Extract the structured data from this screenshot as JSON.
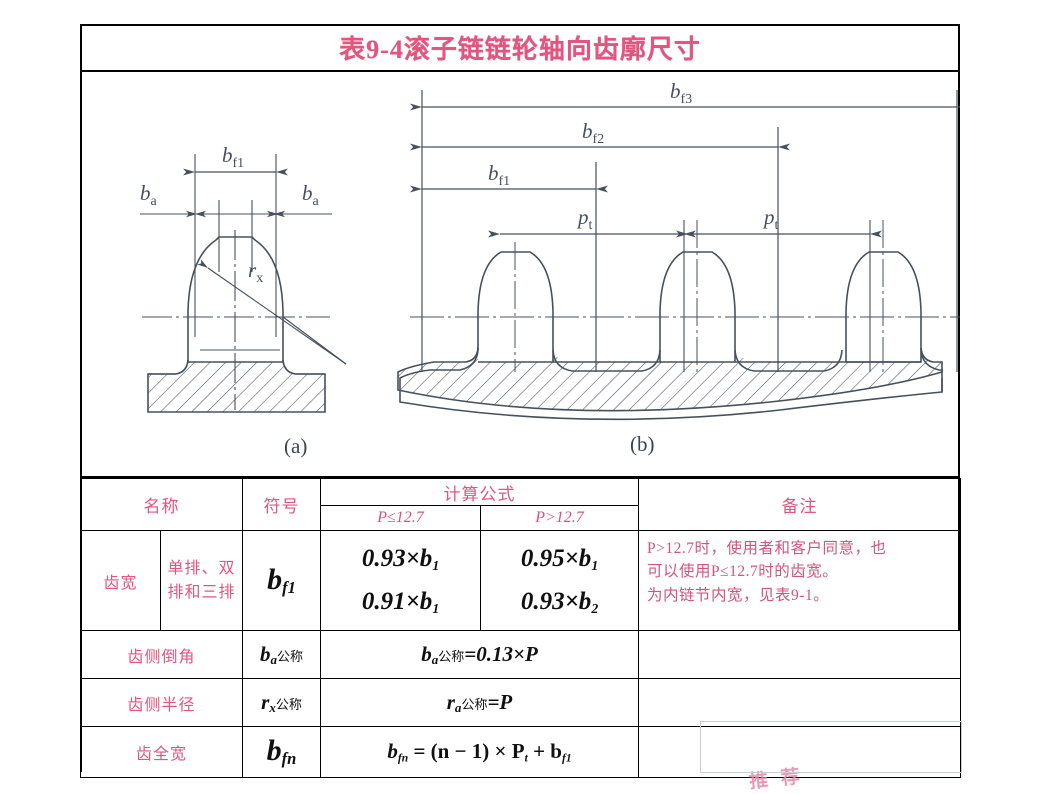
{
  "title": "表9-4滚子链链轮轴向齿廓尺寸",
  "colors": {
    "title_pink": "#e2557f",
    "text_pink": "#d4547c",
    "line_black": "#000000",
    "drawing_ink": "#46505c"
  },
  "figure": {
    "label_a": "(a)",
    "label_b": "(b)",
    "dim_a": {
      "bf1": "b",
      "bf1_sub": "f1",
      "ba_left": "b",
      "ba_left_sub": "a",
      "ba_right": "b",
      "ba_right_sub": "a",
      "rx": "r",
      "rx_sub": "x"
    },
    "dim_b": {
      "bf3": "b",
      "bf3_sub": "f3",
      "bf2": "b",
      "bf2_sub": "f2",
      "bf1": "b",
      "bf1_sub": "f1",
      "pt_left": "p",
      "pt_left_sub": "t",
      "pt_right": "p",
      "pt_right_sub": "t"
    }
  },
  "table": {
    "headers": {
      "name": "名称",
      "symbol": "符号",
      "formula": "计算公式",
      "formula_le": "P≤12.7",
      "formula_gt": "P>12.7",
      "remark": "备注"
    },
    "rows": [
      {
        "name": "齿宽",
        "sub_name": "单排、双排和三排",
        "symbol_base": "b",
        "symbol_sub": "f1",
        "formula_le_1": "0.93×b",
        "formula_le_1_sub": "1",
        "formula_le_2": "0.91×b",
        "formula_le_2_sub": "1",
        "formula_gt_1": "0.95×b",
        "formula_gt_1_sub": "1",
        "formula_gt_2": "0.93×b",
        "formula_gt_2_sub": "2",
        "remark_line1": "P>12.7时，使用者和客户同意，也",
        "remark_line2": "可以使用P≤12.7时的齿宽。",
        "remark_line3": "为内链节内宽，见表9-1。"
      },
      {
        "name": "齿侧倒角",
        "symbol_base": "b",
        "symbol_sub": "a",
        "symbol_suffix": "公称",
        "formula": "b",
        "formula_sub": "a",
        "formula_suffix": "公称",
        "formula_rest": "=0.13×P",
        "remark": ""
      },
      {
        "name": "齿侧半径",
        "symbol_base": "r",
        "symbol_sub": "x",
        "symbol_suffix": "公称",
        "formula": "r",
        "formula_sub": "a",
        "formula_suffix": "公称",
        "formula_rest": "=P",
        "remark": ""
      },
      {
        "name": "齿全宽",
        "symbol_base": "b",
        "symbol_sub": "fn",
        "formula_full_lhs": "b",
        "formula_full_lhs_sub": "fn",
        "formula_full_rest": "= (n − 1) × P",
        "formula_full_pt_sub": "t",
        "formula_full_tail": "+ b",
        "formula_full_tail_sub": "f1",
        "remark_handwritten": "推 荐"
      }
    ]
  }
}
